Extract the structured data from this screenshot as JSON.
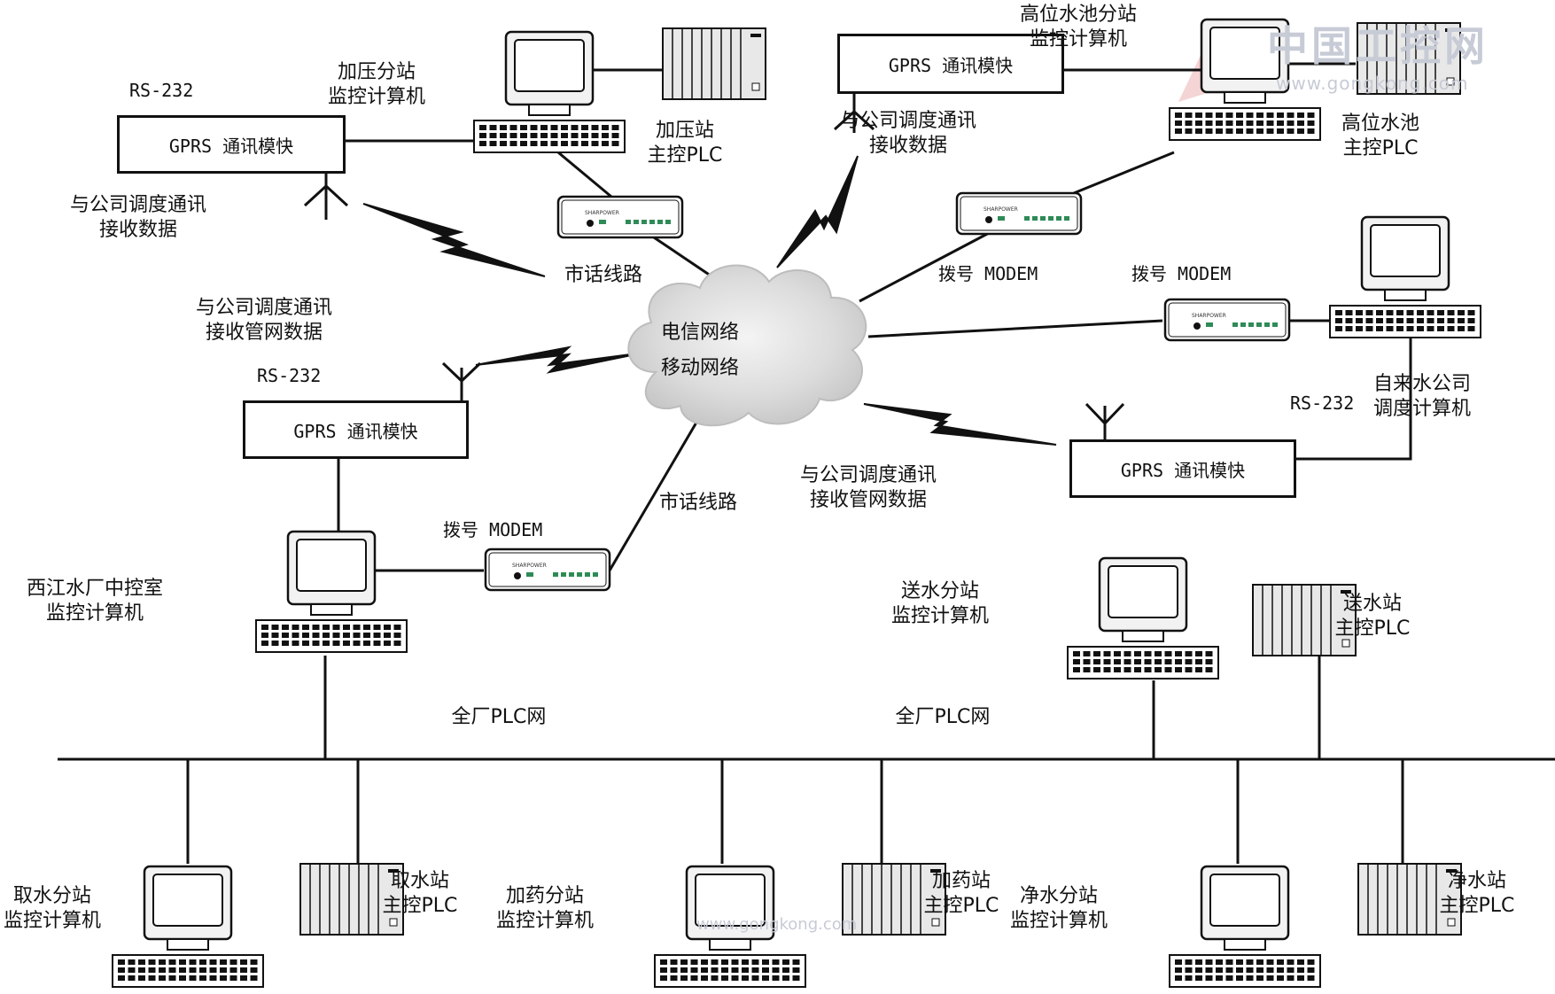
{
  "network": {
    "cloud_line1": "电信网络",
    "cloud_line2": "移动网络"
  },
  "gprs": {
    "module_label": "GPRS 通讯模快",
    "rs232": "RS-232",
    "top_left_recv_1": "与公司调度通讯",
    "top_left_recv_2": "接收数据",
    "top_right_recv_1": "与公司调度通讯",
    "top_right_recv_2": "接收数据",
    "mid_left_recv_1": "与公司调度通讯",
    "mid_left_recv_2": "接收管网数据",
    "mid_right_recv_1": "与公司调度通讯",
    "mid_right_recv_2": "接收管网数据"
  },
  "modem": {
    "label": "拨号 MODEM",
    "device_text": "SHARPOWER"
  },
  "lines": {
    "phone_line": "市话线路",
    "plant_network": "全厂PLC网"
  },
  "stations": {
    "jiaya_pc_1": "加压分站",
    "jiaya_pc_2": "监控计算机",
    "jiaya_plc_1": "加压站",
    "jiaya_plc_2": "主控PLC",
    "gaowei_pc_1": "高位水池分站",
    "gaowei_pc_2": "监控计算机",
    "gaowei_plc_1": "高位水池",
    "gaowei_plc_2": "主控PLC",
    "company_1": "自来水公司",
    "company_2": "调度计算机",
    "xijiang_1": "西江水厂中控室",
    "xijiang_2": "监控计算机",
    "songshui_pc_1": "送水分站",
    "songshui_pc_2": "监控计算机",
    "songshui_plc_1": "送水站",
    "songshui_plc_2": "主控PLC",
    "qushui_pc_1": "取水分站",
    "qushui_pc_2": "监控计算机",
    "qushui_plc_1": "取水站",
    "qushui_plc_2": "主控PLC",
    "jiayao_pc_1": "加药分站",
    "jiayao_pc_2": "监控计算机",
    "jiayao_plc_1": "加药站",
    "jiayao_plc_2": "主控PLC",
    "jingshui_pc_1": "净水分站",
    "jingshui_pc_2": "监控计算机",
    "jingshui_plc_1": "净水站",
    "jingshui_plc_2": "主控PLC"
  },
  "watermark": {
    "brand": "中国工控网",
    "url_top": "www.gongkong.com",
    "url_center": "www.gongkong.com"
  }
}
